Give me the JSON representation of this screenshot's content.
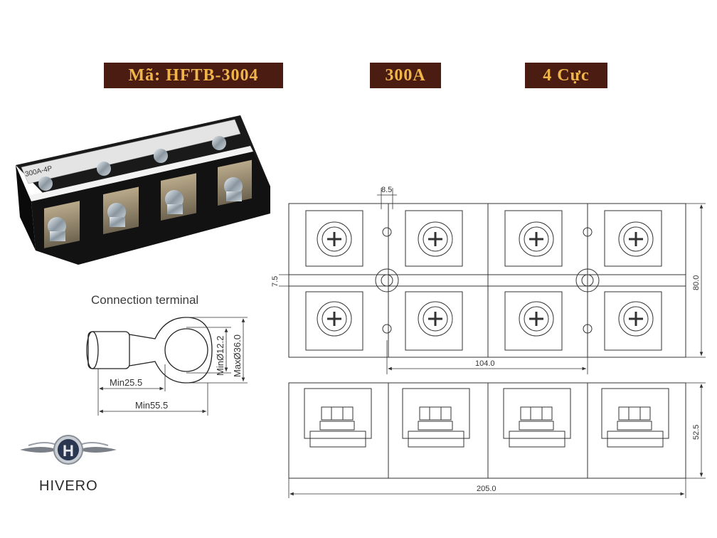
{
  "header": {
    "code_label": "Mã: HFTB-3004",
    "current_label": "300A",
    "poles_label": "4 Cực"
  },
  "product_photo": {
    "label_text": "300A-4P"
  },
  "connection": {
    "title": "Connection terminal",
    "dim_min_12": "MinØ12.2",
    "dim_max_36": "MaxØ36.0",
    "dim_min_25": "Min25.5",
    "dim_min_55": "Min55.5"
  },
  "brand": {
    "name": "HIVERO",
    "logo_letter": "H"
  },
  "drawing": {
    "dim_8_5": "8.5",
    "dim_7_5": "7.5",
    "dim_80": "80.0",
    "dim_104": "104.0",
    "dim_52_5": "52.5",
    "dim_205": "205.0"
  },
  "colors": {
    "badge_bg": "#4a1c12",
    "badge_text": "#f0b54a"
  }
}
